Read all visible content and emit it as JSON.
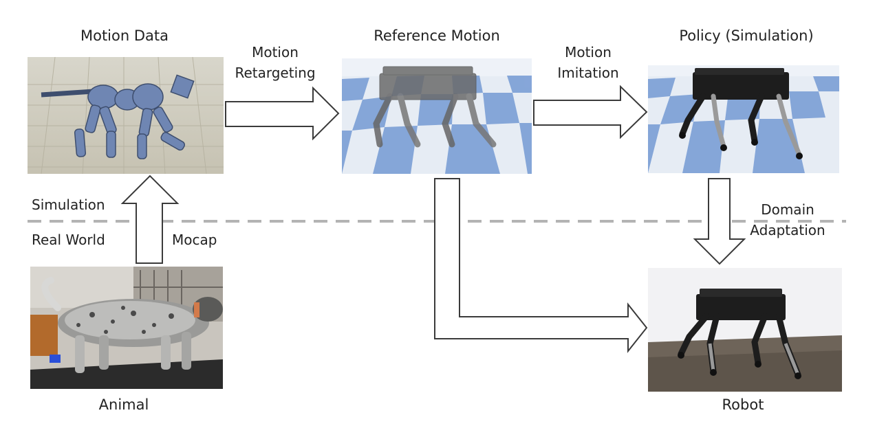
{
  "titles": {
    "motion_data": "Motion Data",
    "reference_motion": "Reference Motion",
    "policy_sim": "Policy (Simulation)",
    "animal": "Animal",
    "robot": "Robot"
  },
  "arrows": {
    "retarget_line1": "Motion",
    "retarget_line2": "Retargeting",
    "imitation_line1": "Motion",
    "imitation_line2": "Imitation",
    "mocap": "Mocap",
    "domain_line1": "Domain",
    "domain_line2": "Adaptation"
  },
  "regions": {
    "simulation": "Simulation",
    "real_world": "Real World"
  },
  "colors": {
    "checker_blue": "#7b9fd6",
    "checker_light": "#e6ecf4",
    "sky": "#eef2f8",
    "skeleton_blue": "#6f86b3",
    "robot_dark": "#1d1d1d",
    "dashed_line": "#b3b3b3"
  }
}
